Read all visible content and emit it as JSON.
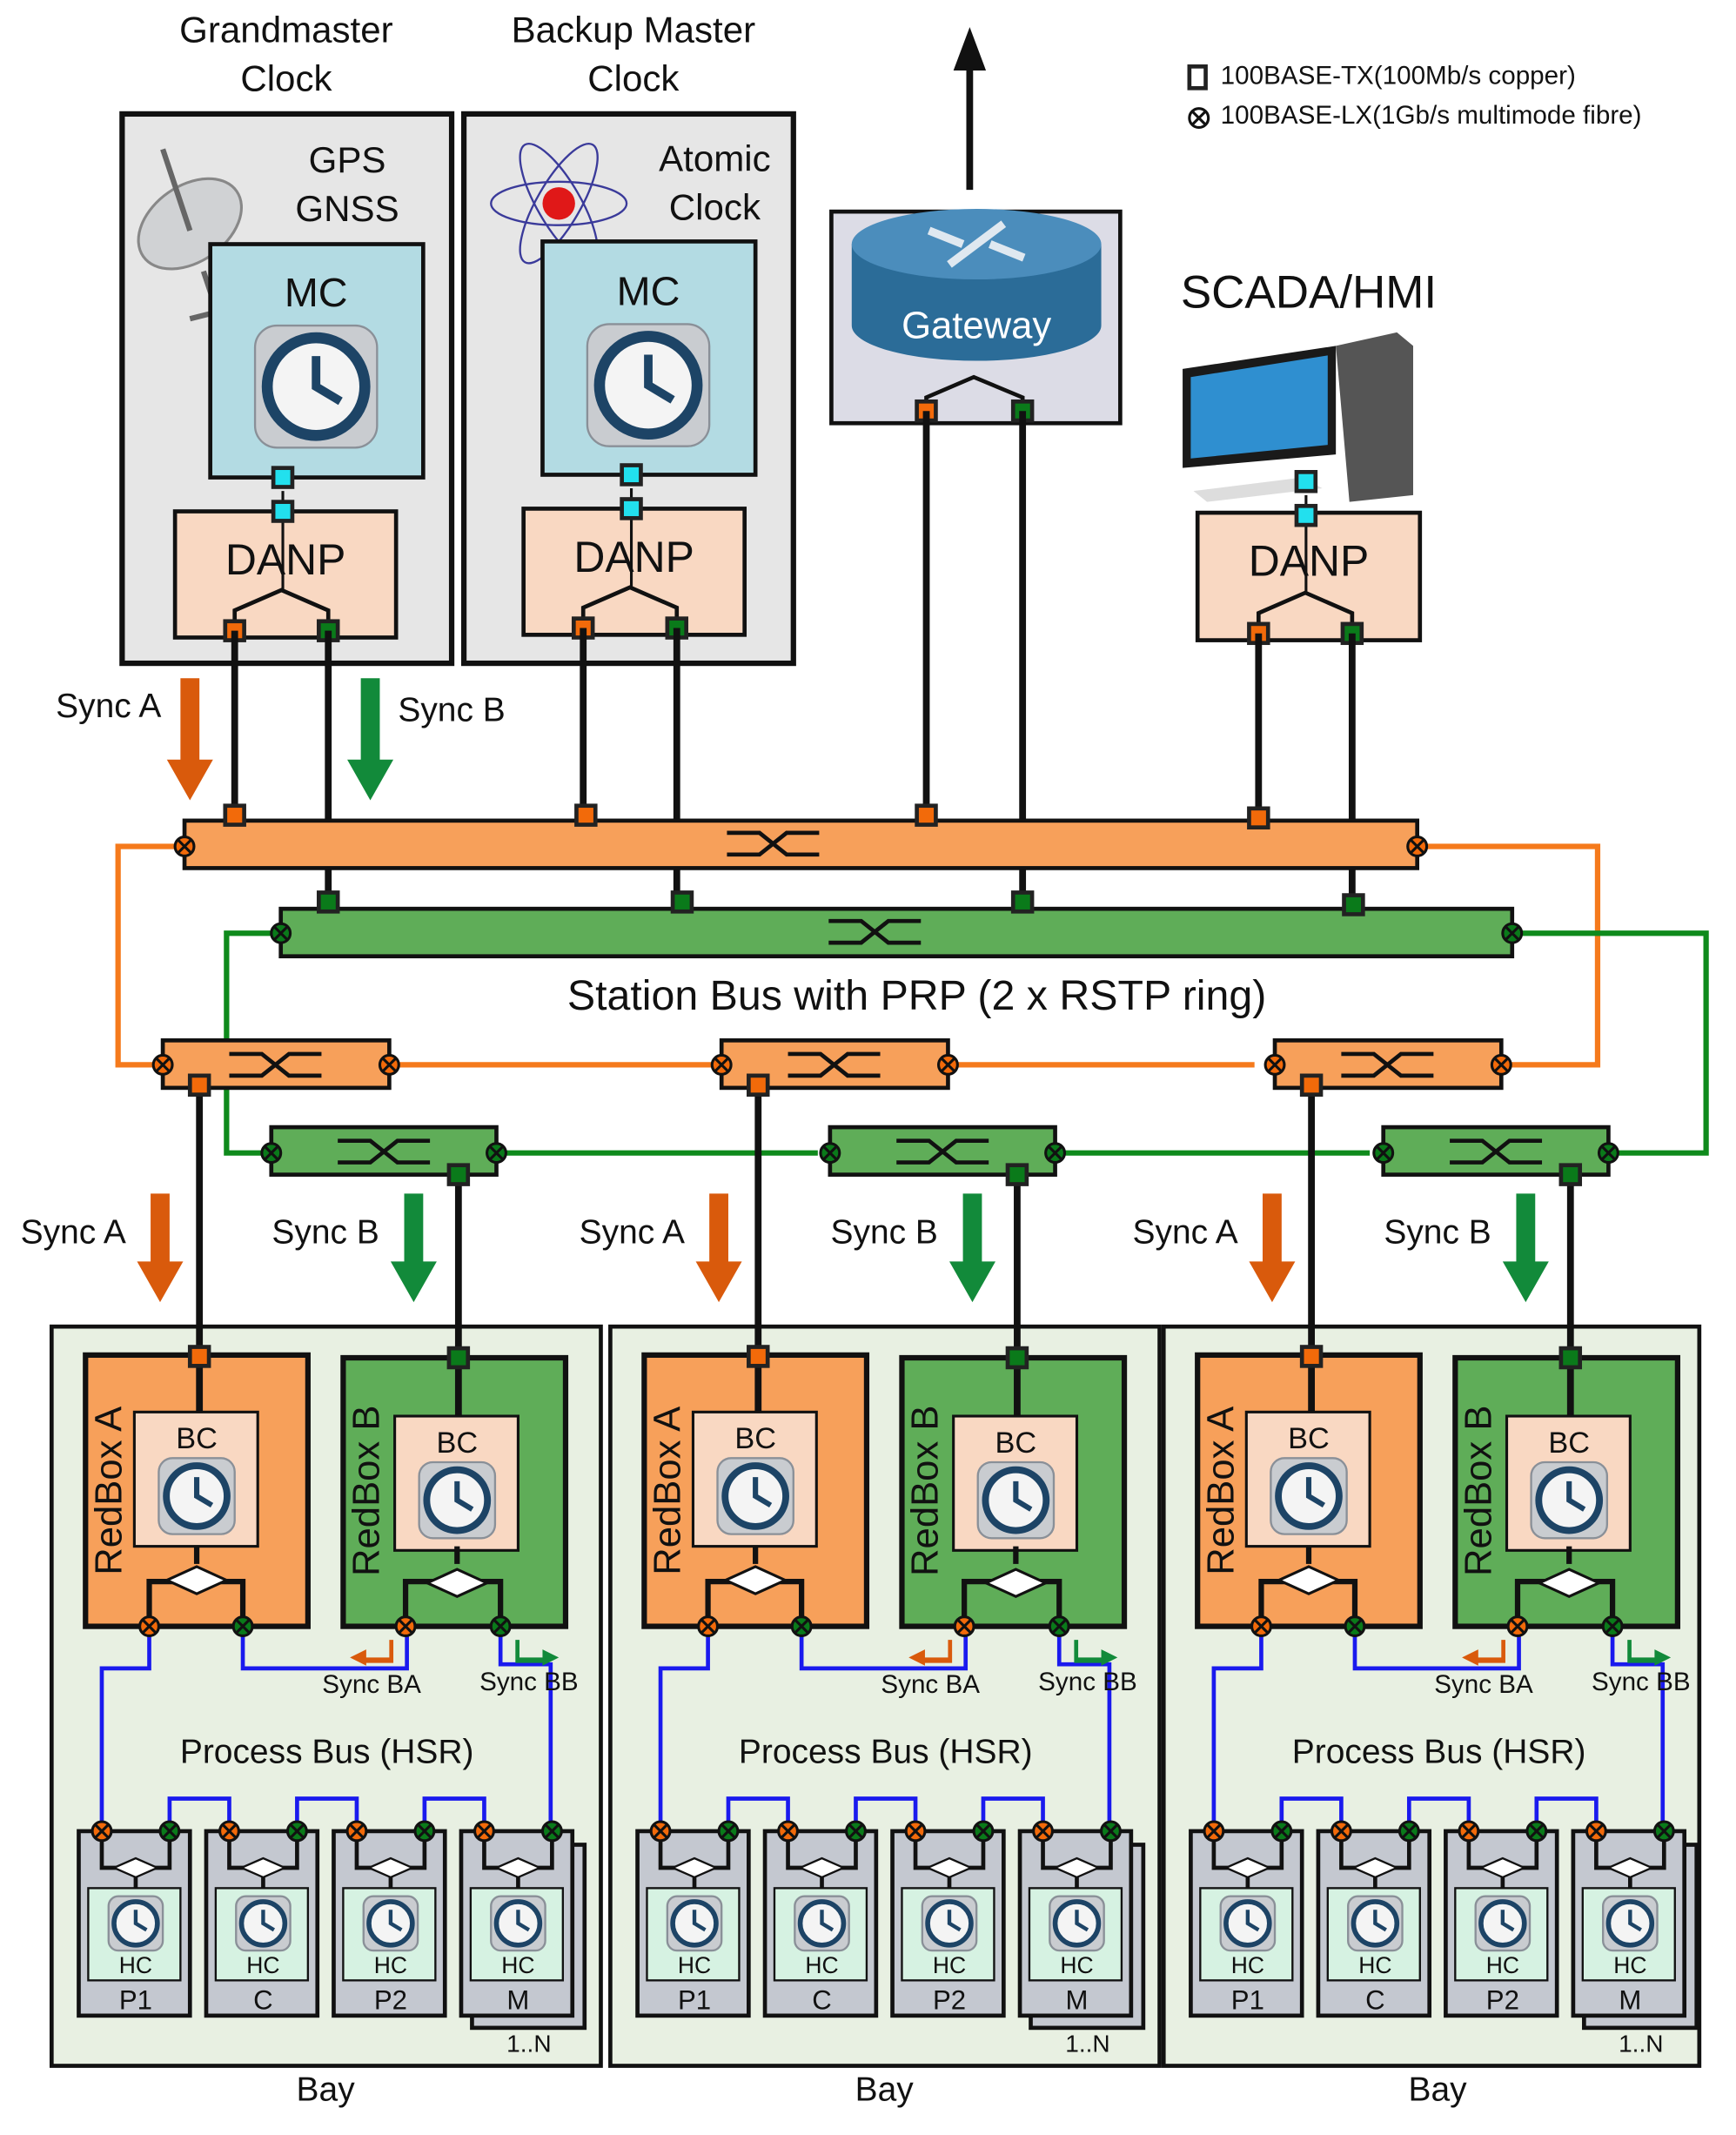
{
  "titles": {
    "grandmaster": [
      "Grandmaster",
      "Clock"
    ],
    "backup": [
      "Backup Master",
      "Clock"
    ]
  },
  "gm": {
    "source": [
      "GPS",
      "GNSS"
    ],
    "mc": "MC",
    "danp": "DANP"
  },
  "backup": {
    "source": [
      "Atomic",
      "Clock"
    ],
    "mc": "MC",
    "danp": "DANP"
  },
  "gateway": {
    "label": "Gateway"
  },
  "scada": {
    "title": "SCADA/HMI",
    "danp": "DANP"
  },
  "legend": {
    "copper": "100BASE-TX(100Mb/s copper)",
    "fibre": "100BASE-LX(1Gb/s multimode fibre)"
  },
  "station": {
    "sync_a": "Sync A",
    "sync_b": "Sync B",
    "bus_label": "Station Bus with PRP (2 x RSTP ring)"
  },
  "bays": [
    {
      "label": "Bay",
      "sync_a": "Sync A",
      "sync_b": "Sync B",
      "redbox_a": "RedBox A",
      "redbox_b": "RedBox B",
      "bc": "BC",
      "sync_ba": "Sync BA",
      "sync_bb": "Sync BB",
      "process_bus": "Process Bus (HSR)",
      "hc": "HC",
      "devices": [
        "P1",
        "C",
        "P2",
        "M"
      ],
      "multiplicity": "1..N"
    },
    {
      "label": "Bay",
      "sync_a": "Sync A",
      "sync_b": "Sync B",
      "redbox_a": "RedBox A",
      "redbox_b": "RedBox B",
      "bc": "BC",
      "sync_ba": "Sync BA",
      "sync_bb": "Sync BB",
      "process_bus": "Process Bus (HSR)",
      "hc": "HC",
      "devices": [
        "P1",
        "C",
        "P2",
        "M"
      ],
      "multiplicity": "1..N"
    },
    {
      "label": "Bay",
      "sync_a": "Sync A",
      "sync_b": "Sync B",
      "redbox_a": "RedBox A",
      "redbox_b": "RedBox B",
      "bc": "BC",
      "sync_ba": "Sync BA",
      "sync_bb": "Sync BB",
      "process_bus": "Process Bus (HSR)",
      "hc": "HC",
      "devices": [
        "P1",
        "C",
        "P2",
        "M"
      ],
      "multiplicity": "1..N"
    }
  ],
  "colors": {
    "lan_a": "#f7a05a",
    "lan_a_port": "#f26a0a",
    "lan_a_arrow": "#d95a0c",
    "lan_b": "#5fad58",
    "lan_b_port": "#0a7a1a",
    "lan_b_arrow": "#128a3a",
    "hsr_link": "#1a1aee",
    "mc_box": "#b3dbe3",
    "danp_box": "#f9d8c2",
    "clock_box": "#e6e6e6",
    "bay_bg": "#e8f0e2",
    "hc_device": "#c4c8d0",
    "hc_inner": "#d6f2e2",
    "sync_port": "#22e0ee"
  },
  "icons": [
    "satellite-dish-icon",
    "atom-icon",
    "router-icon",
    "computer-icon",
    "clock-icon",
    "switch-icon",
    "copper-port-icon",
    "fibre-port-icon"
  ]
}
